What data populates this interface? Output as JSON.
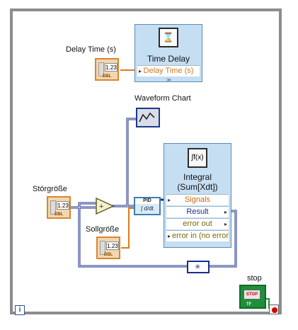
{
  "diagram": {
    "delay_label": "Delay Time (s)",
    "time_delay": {
      "title": "Time Delay",
      "terminal": "Delay Time (s)"
    },
    "waveform_label": "Waveform Chart",
    "integral": {
      "title_line1": "Integral",
      "title_line2": "(Sum[Xdt])",
      "terminals": [
        "Signals",
        "Result",
        "error out",
        "error in (no error)"
      ]
    },
    "stoer_label": "Störgröße",
    "soll_label": "Sollgröße",
    "stop_label": "stop",
    "numeric_value": "1.23",
    "numeric_type": "DBL",
    "pid_header": "PID",
    "pid_body": "∫ d/dt",
    "stop_button_text": "STOP",
    "tf_text": "TF",
    "info_glyph": "i",
    "integral_icon_glyph": "∫f(x)",
    "hourglass_glyph": "⌛"
  },
  "colors": {
    "wire_blue": "#1a2e8a",
    "wire_orange": "#e07a1a",
    "frame": "#8c8c8c"
  }
}
